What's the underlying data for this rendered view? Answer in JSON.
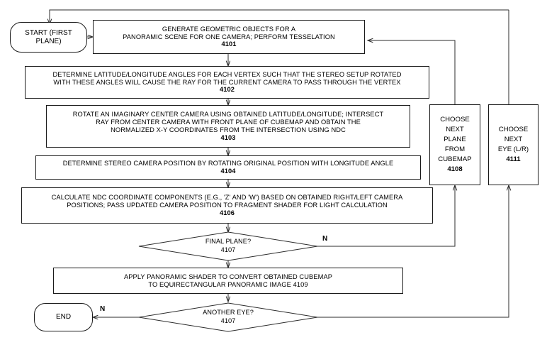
{
  "figure": {
    "type": "flowchart",
    "title": "Panoramic stereo rendering flowchart"
  },
  "nodes": {
    "start": {
      "line1": "START (FIRST",
      "line2": "PLANE)"
    },
    "step_4101": {
      "line1": "GENERATE GEOMETRIC OBJECTS FOR A",
      "line2": "PANORAMIC SCENE FOR ONE CAMERA; PERFORM TESSELATION",
      "ref": "4101"
    },
    "step_4102": {
      "line1": "DETERMINE LATITUDE/LONGITUDE ANGLES FOR EACH VERTEX SUCH THAT THE STEREO SETUP ROTATED",
      "line2": "WITH THESE ANGLES WILL CAUSE THE RAY FOR THE CURRENT CAMERA TO PASS THROUGH THE VERTEX",
      "ref": "4102"
    },
    "step_4103": {
      "line1": "ROTATE AN IMAGINARY CENTER CAMERA USING OBTAINED LATITUDE/LONGITUDE; INTERSECT",
      "line2": "RAY FROM CENTER CAMERA WITH FRONT PLANE OF CUBEMAP AND OBTAIN THE",
      "line3": "NORMALIZED X-Y COORDINATES FROM THE INTERSECTION USING NDC",
      "ref": "4103"
    },
    "step_4104": {
      "line1": "DETERMINE STEREO CAMERA POSITION BY ROTATING ORIGINAL POSITION WITH LONGITUDE ANGLE",
      "ref": "4104"
    },
    "step_4106": {
      "line1": "CALCULATE NDC COORDINATE COMPONENTS (E.G., 'Z' AND 'W') BASED ON OBTAINED RIGHT/LEFT CAMERA",
      "line2": "POSITIONS; PASS UPDATED CAMERA POSITION TO FRAGMENT SHADER FOR LIGHT CALCULATION",
      "ref": "4106"
    },
    "decision_final_plane": {
      "question": "FINAL PLANE?",
      "ref": "4107"
    },
    "step_4109": {
      "line1": "APPLY PANORAMIC SHADER TO CONVERT OBTAINED CUBEMAP",
      "line2": "TO EQUIRECTANGULAR PANORAMIC IMAGE 4109"
    },
    "decision_another_eye": {
      "question": "ANOTHER EYE?",
      "ref": "4107"
    },
    "end": {
      "label": "END"
    },
    "step_4108": {
      "line1": "CHOOSE",
      "line2": "NEXT",
      "line3": "PLANE",
      "line4": "FROM",
      "line5": "CUBEMAP",
      "ref": "4108"
    },
    "step_4111": {
      "line1": "CHOOSE",
      "line2": "NEXT",
      "line3": "EYE (L/R)",
      "ref": "4111"
    }
  },
  "edge_labels": {
    "final_plane_no": "N",
    "another_eye_no": "N"
  },
  "colors": {
    "line": "#2b2b2b",
    "text": "#000000",
    "background": "#ffffff"
  }
}
